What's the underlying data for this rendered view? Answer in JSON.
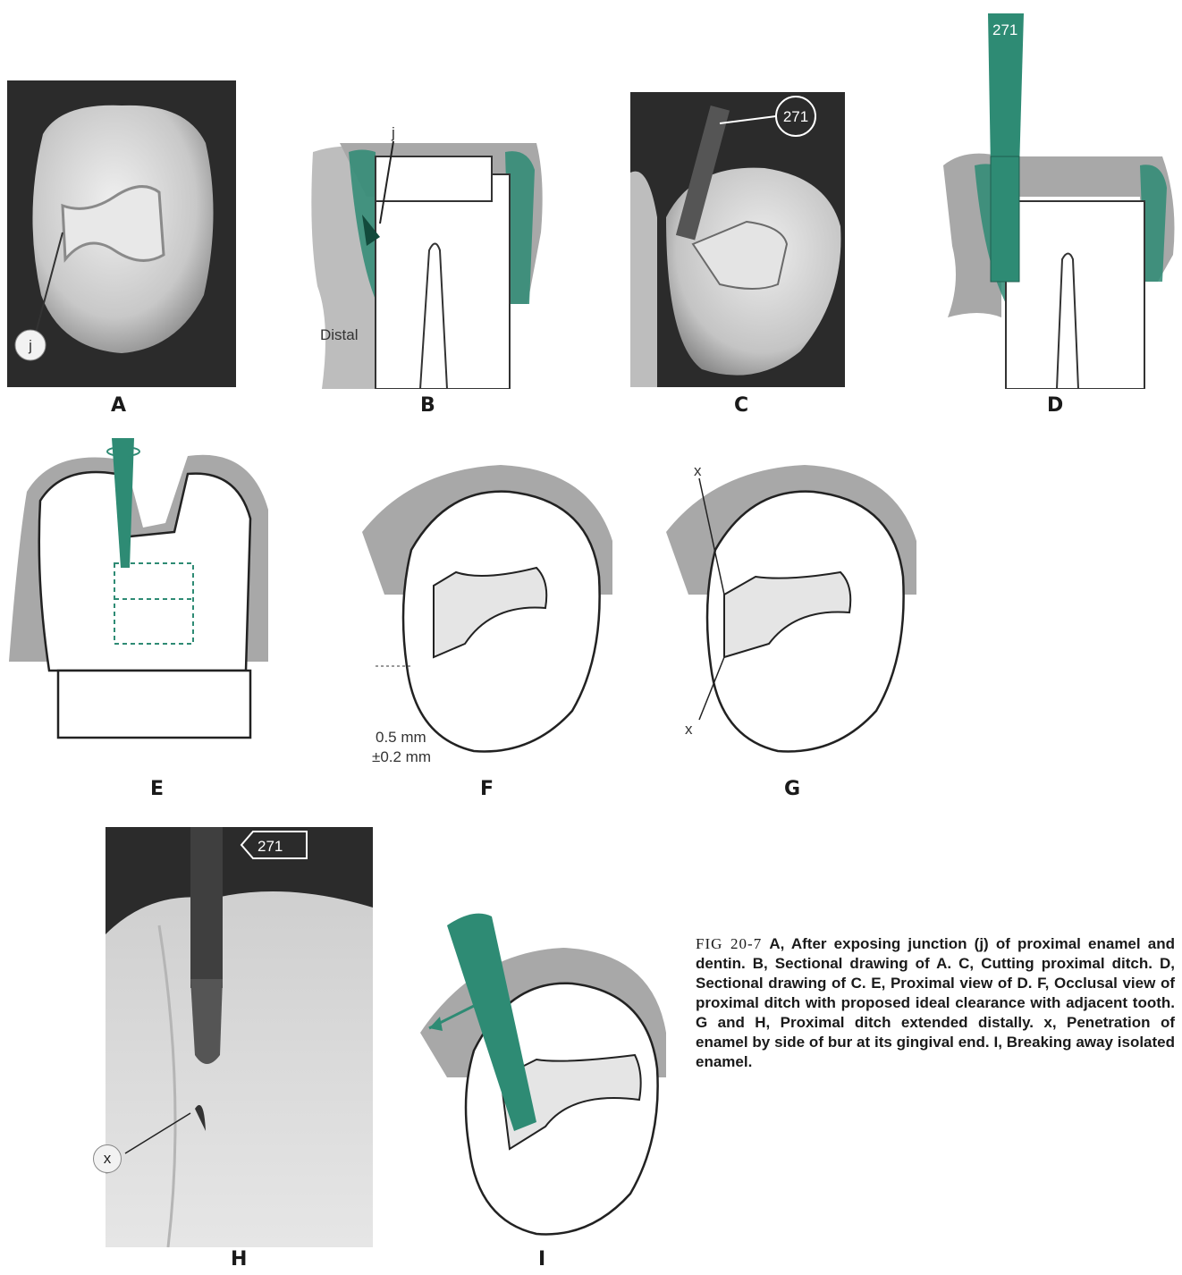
{
  "panel_labels": {
    "A": "A",
    "B": "B",
    "C": "C",
    "D": "D",
    "E": "E",
    "F": "F",
    "G": "G",
    "H": "H",
    "I": "I"
  },
  "annotations": {
    "j": "j",
    "distal": "Distal",
    "bur_271": "271",
    "x": "x",
    "clearance_line1": "0.5 mm",
    "clearance_line2": "±0.2 mm"
  },
  "caption": {
    "fig_number": "FIG   20-7",
    "text": "A, After exposing junction (j) of proximal enamel and dentin.   B,  Sectional drawing of A. C, Cutting proximal ditch. D, Sectional drawing of C. E, Proximal view of D. F, Occlusal view of proximal ditch  with proposed ideal clearance with adjacent tooth. G and H, Proximal ditch extended distally. x, Penetration of enamel by side of bur at its gingival end. I, Breaking away isolated enamel."
  },
  "colors": {
    "accent_green": "#2e8b74",
    "gingiva_gray": "#9a9a9a",
    "photo_dark": "#2b2b2b",
    "photo_tooth": "#d9d9d9"
  }
}
